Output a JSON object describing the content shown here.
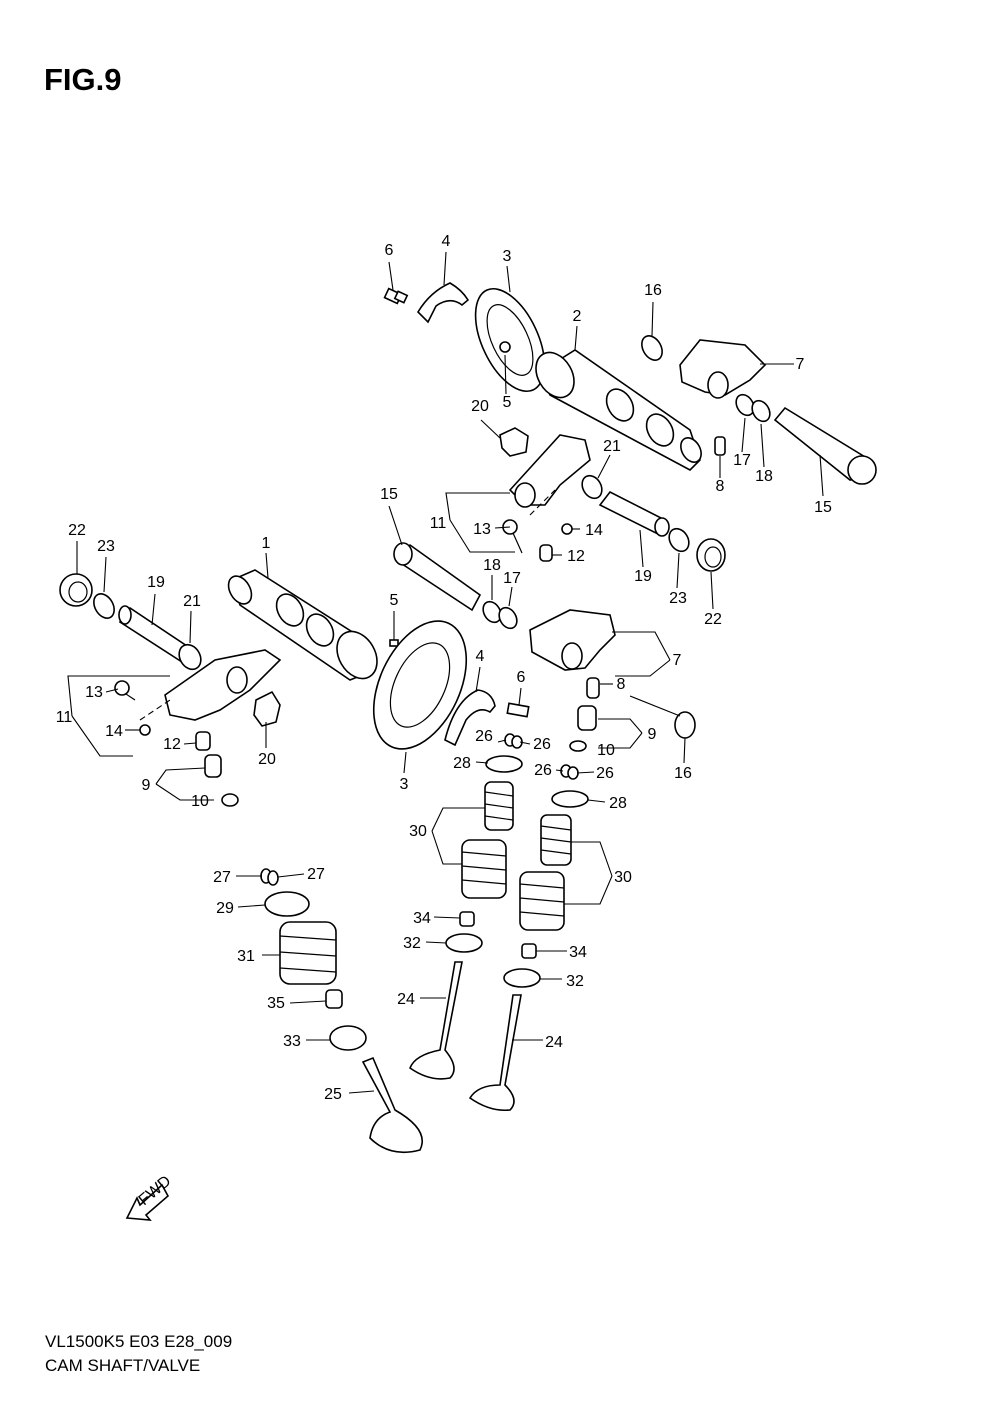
{
  "figure": {
    "title": "FIG.9",
    "model_code": "VL1500K5 E03 E28_009",
    "description": "CAM SHAFT/VALVE"
  },
  "fwd_label": "FWD",
  "callouts": [
    {
      "id": "c6a",
      "text": "6"
    },
    {
      "id": "c4a",
      "text": "4"
    },
    {
      "id": "c3a",
      "text": "3"
    },
    {
      "id": "c2",
      "text": "2"
    },
    {
      "id": "c16a",
      "text": "16"
    },
    {
      "id": "c7a",
      "text": "7"
    },
    {
      "id": "c5a",
      "text": "5"
    },
    {
      "id": "c20a",
      "text": "20"
    },
    {
      "id": "c21a",
      "text": "21"
    },
    {
      "id": "c17a",
      "text": "17"
    },
    {
      "id": "c18a",
      "text": "18"
    },
    {
      "id": "c8a",
      "text": "8"
    },
    {
      "id": "c15a",
      "text": "15"
    },
    {
      "id": "c15b",
      "text": "15"
    },
    {
      "id": "c11a",
      "text": "11"
    },
    {
      "id": "c13a",
      "text": "13"
    },
    {
      "id": "c14a",
      "text": "14"
    },
    {
      "id": "c12a",
      "text": "12"
    },
    {
      "id": "c18b",
      "text": "18"
    },
    {
      "id": "c17b",
      "text": "17"
    },
    {
      "id": "c19a",
      "text": "19"
    },
    {
      "id": "c23a",
      "text": "23"
    },
    {
      "id": "c22a",
      "text": "22"
    },
    {
      "id": "c22b",
      "text": "22"
    },
    {
      "id": "c23b",
      "text": "23"
    },
    {
      "id": "c1",
      "text": "1"
    },
    {
      "id": "c19b",
      "text": "19"
    },
    {
      "id": "c21b",
      "text": "21"
    },
    {
      "id": "c5b",
      "text": "5"
    },
    {
      "id": "c7b",
      "text": "7"
    },
    {
      "id": "c4b",
      "text": "4"
    },
    {
      "id": "c6b",
      "text": "6"
    },
    {
      "id": "c8b",
      "text": "8"
    },
    {
      "id": "c13b",
      "text": "13"
    },
    {
      "id": "c11b",
      "text": "11"
    },
    {
      "id": "c14b",
      "text": "14"
    },
    {
      "id": "c12b",
      "text": "12"
    },
    {
      "id": "c20b",
      "text": "20"
    },
    {
      "id": "c9a",
      "text": "9"
    },
    {
      "id": "c10a",
      "text": "10"
    },
    {
      "id": "c3b",
      "text": "3"
    },
    {
      "id": "c26a",
      "text": "26"
    },
    {
      "id": "c26b",
      "text": "26"
    },
    {
      "id": "c9b",
      "text": "9"
    },
    {
      "id": "c10b",
      "text": "10"
    },
    {
      "id": "c16b",
      "text": "16"
    },
    {
      "id": "c28a",
      "text": "28"
    },
    {
      "id": "c26c",
      "text": "26"
    },
    {
      "id": "c26d",
      "text": "26"
    },
    {
      "id": "c28b",
      "text": "28"
    },
    {
      "id": "c30a",
      "text": "30"
    },
    {
      "id": "c30b",
      "text": "30"
    },
    {
      "id": "c27a",
      "text": "27"
    },
    {
      "id": "c27b",
      "text": "27"
    },
    {
      "id": "c29",
      "text": "29"
    },
    {
      "id": "c34a",
      "text": "34"
    },
    {
      "id": "c32a",
      "text": "32"
    },
    {
      "id": "c31",
      "text": "31"
    },
    {
      "id": "c34b",
      "text": "34"
    },
    {
      "id": "c32b",
      "text": "32"
    },
    {
      "id": "c24a",
      "text": "24"
    },
    {
      "id": "c35",
      "text": "35"
    },
    {
      "id": "c24b",
      "text": "24"
    },
    {
      "id": "c33",
      "text": "33"
    },
    {
      "id": "c25",
      "text": "25"
    }
  ]
}
